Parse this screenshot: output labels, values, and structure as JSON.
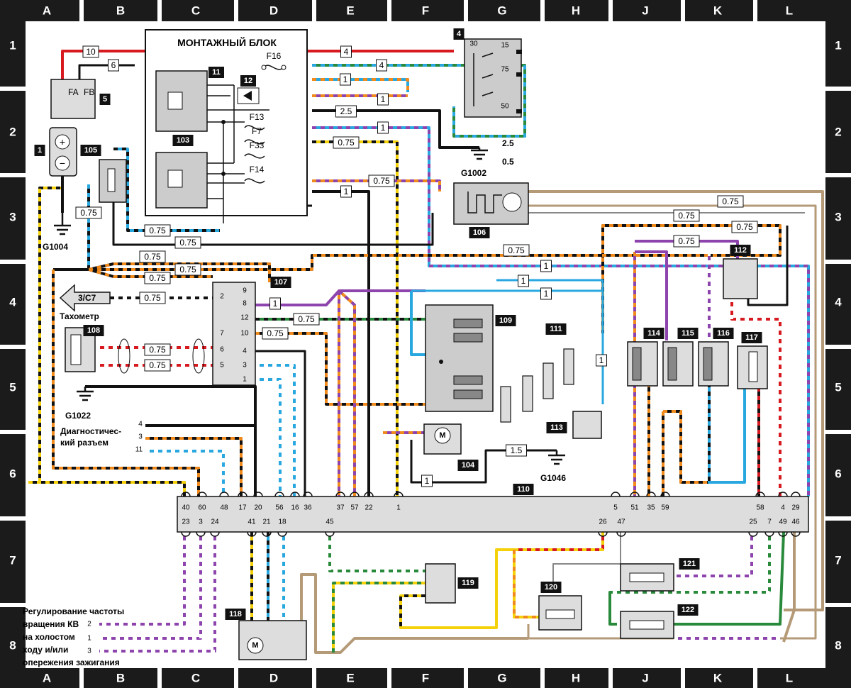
{
  "zones": {
    "cols": [
      "A",
      "B",
      "C",
      "D",
      "E",
      "F",
      "G",
      "H",
      "J",
      "K",
      "L"
    ],
    "rows": [
      "1",
      "2",
      "3",
      "4",
      "5",
      "6",
      "7",
      "8"
    ]
  },
  "title": "МОНТАЖНЫЙ БЛОК",
  "grounds": {
    "g1004": "G1004",
    "g1002": "G1002",
    "g1022": "G1022",
    "g1046": "G1046"
  },
  "labels": {
    "taho_ref": "3/C7",
    "taho": "Тахометр",
    "diag1": "Диагностичес-",
    "diag2": "кий разъем",
    "reg1": "Регулирование частоты",
    "reg2": "вращения КВ",
    "reg3": "на холостом",
    "reg4": "ходу и/или",
    "reg5": "опережения  зажигания",
    "fuse_fa": "FA",
    "fuse_fb": "FB",
    "ign_pins": [
      "30",
      "15",
      "75",
      "50"
    ],
    "fuses": [
      "F16",
      "F13",
      "F7",
      "F33",
      "F14"
    ],
    "side_val1": "2.5",
    "side_val2": "0.5"
  },
  "badges": [
    "1",
    "4",
    "5",
    "11",
    "12",
    "103",
    "105",
    "106",
    "107",
    "108",
    "109",
    "110",
    "111",
    "112",
    "113",
    "114",
    "115",
    "116",
    "117",
    "118",
    "119",
    "120",
    "121",
    "122",
    "104"
  ],
  "ecu_top_pins": [
    "40",
    "60",
    "48",
    "17",
    "20",
    "56",
    "16",
    "36",
    "37",
    "57",
    "22",
    "1",
    "5",
    "51",
    "35",
    "59",
    "58",
    "4",
    "29"
  ],
  "ecu_bot_pins": [
    "23",
    "3",
    "24",
    "41",
    "21",
    "18",
    "45",
    "26",
    "47",
    "25",
    "7",
    "49",
    "46"
  ],
  "pins_107_left": [
    "2",
    "7",
    "6",
    "5"
  ],
  "pins_107_right": [
    "9",
    "8",
    "12",
    "10",
    "4",
    "3",
    "1"
  ],
  "diag_pins": [
    "4",
    "3",
    "11"
  ],
  "reg_pins": [
    "2",
    "1",
    "3"
  ],
  "wire_labels": {
    "w10": "10",
    "w6": "6",
    "w4a": "4",
    "w4b": "4",
    "w1a": "1",
    "w1b": "1",
    "w25": "2.5",
    "w1c": "1",
    "w075a": "0.75",
    "w075b": "0.75",
    "w1d": "1",
    "w075c": "0.75",
    "w075d": "0.75",
    "w075e": "0.75",
    "w075f": "0.75",
    "w075g": "0.75",
    "w075h": "0.75",
    "w075i": "0.75",
    "w1e": "1",
    "w1f": "1",
    "w1g": "1",
    "w075j": "0.75",
    "w075k": "0.75",
    "w1h": "1",
    "w075l": "0.75",
    "w075m": "0.75",
    "w075n": "0.75",
    "w075o": "0.75",
    "w075p": "0.75",
    "w075q": "0.75",
    "w1i": "1",
    "w15": "1.5",
    "w1j": "1",
    "w075r": "0.75"
  }
}
